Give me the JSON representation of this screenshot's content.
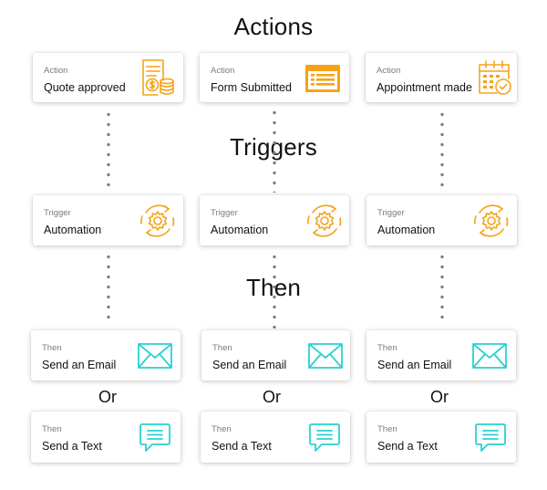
{
  "headings": {
    "actions": "Actions",
    "triggers": "Triggers",
    "then": "Then"
  },
  "colors": {
    "orange": "#f5a317",
    "teal": "#2ad1d1",
    "dots": "#7f7f7f"
  },
  "columns": [
    {
      "action": {
        "label": "Action",
        "title": "Quote approved",
        "icon": "quote-document-icon"
      },
      "trigger": {
        "label": "Trigger",
        "title": "Automation",
        "icon": "automation-gear-icon"
      },
      "email": {
        "label": "Then",
        "title": "Send an Email",
        "icon": "envelope-icon"
      },
      "or": "Or",
      "text": {
        "label": "Then",
        "title": "Send a Text",
        "icon": "chat-bubble-icon"
      }
    },
    {
      "action": {
        "label": "Action",
        "title": "Form Submitted",
        "icon": "form-icon"
      },
      "trigger": {
        "label": "Trigger",
        "title": "Automation",
        "icon": "automation-gear-icon"
      },
      "email": {
        "label": "Then",
        "title": "Send an Email",
        "icon": "envelope-icon"
      },
      "or": "Or",
      "text": {
        "label": "Then",
        "title": "Send a Text",
        "icon": "chat-bubble-icon"
      }
    },
    {
      "action": {
        "label": "Action",
        "title": "Appointment made",
        "icon": "calendar-icon"
      },
      "trigger": {
        "label": "Trigger",
        "title": "Automation",
        "icon": "automation-gear-icon"
      },
      "email": {
        "label": "Then",
        "title": "Send an Email",
        "icon": "envelope-icon"
      },
      "or": "Or",
      "text": {
        "label": "Then",
        "title": "Send a Text",
        "icon": "chat-bubble-icon"
      }
    }
  ]
}
